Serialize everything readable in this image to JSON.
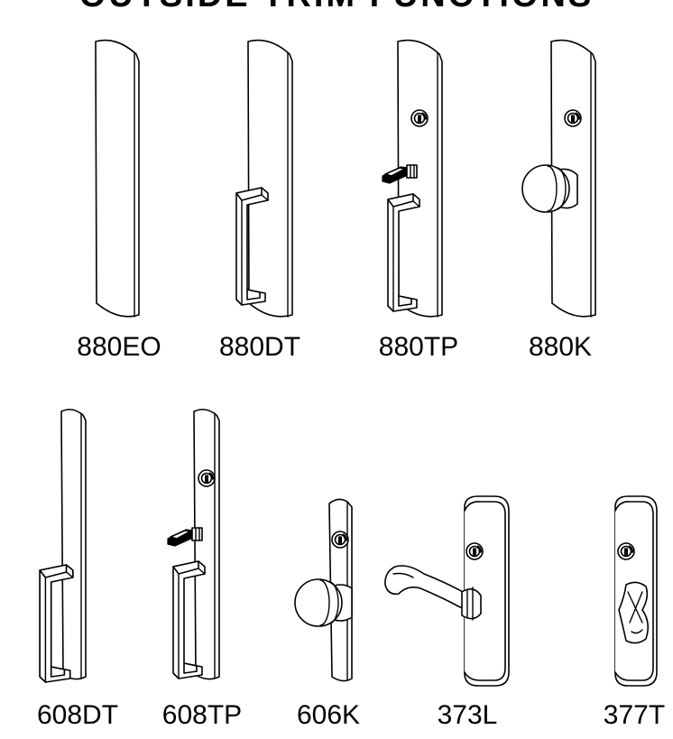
{
  "title": "OUTSIDE TRIM FUNCTIONS",
  "labels": {
    "l880EO": "880EO",
    "l880DT": "880DT",
    "l880TP": "880TP",
    "l880K": "880K",
    "l608DT": "608DT",
    "l608TP": "608TP",
    "l606K": "606K",
    "l373L": "373L",
    "l377T": "377T"
  }
}
